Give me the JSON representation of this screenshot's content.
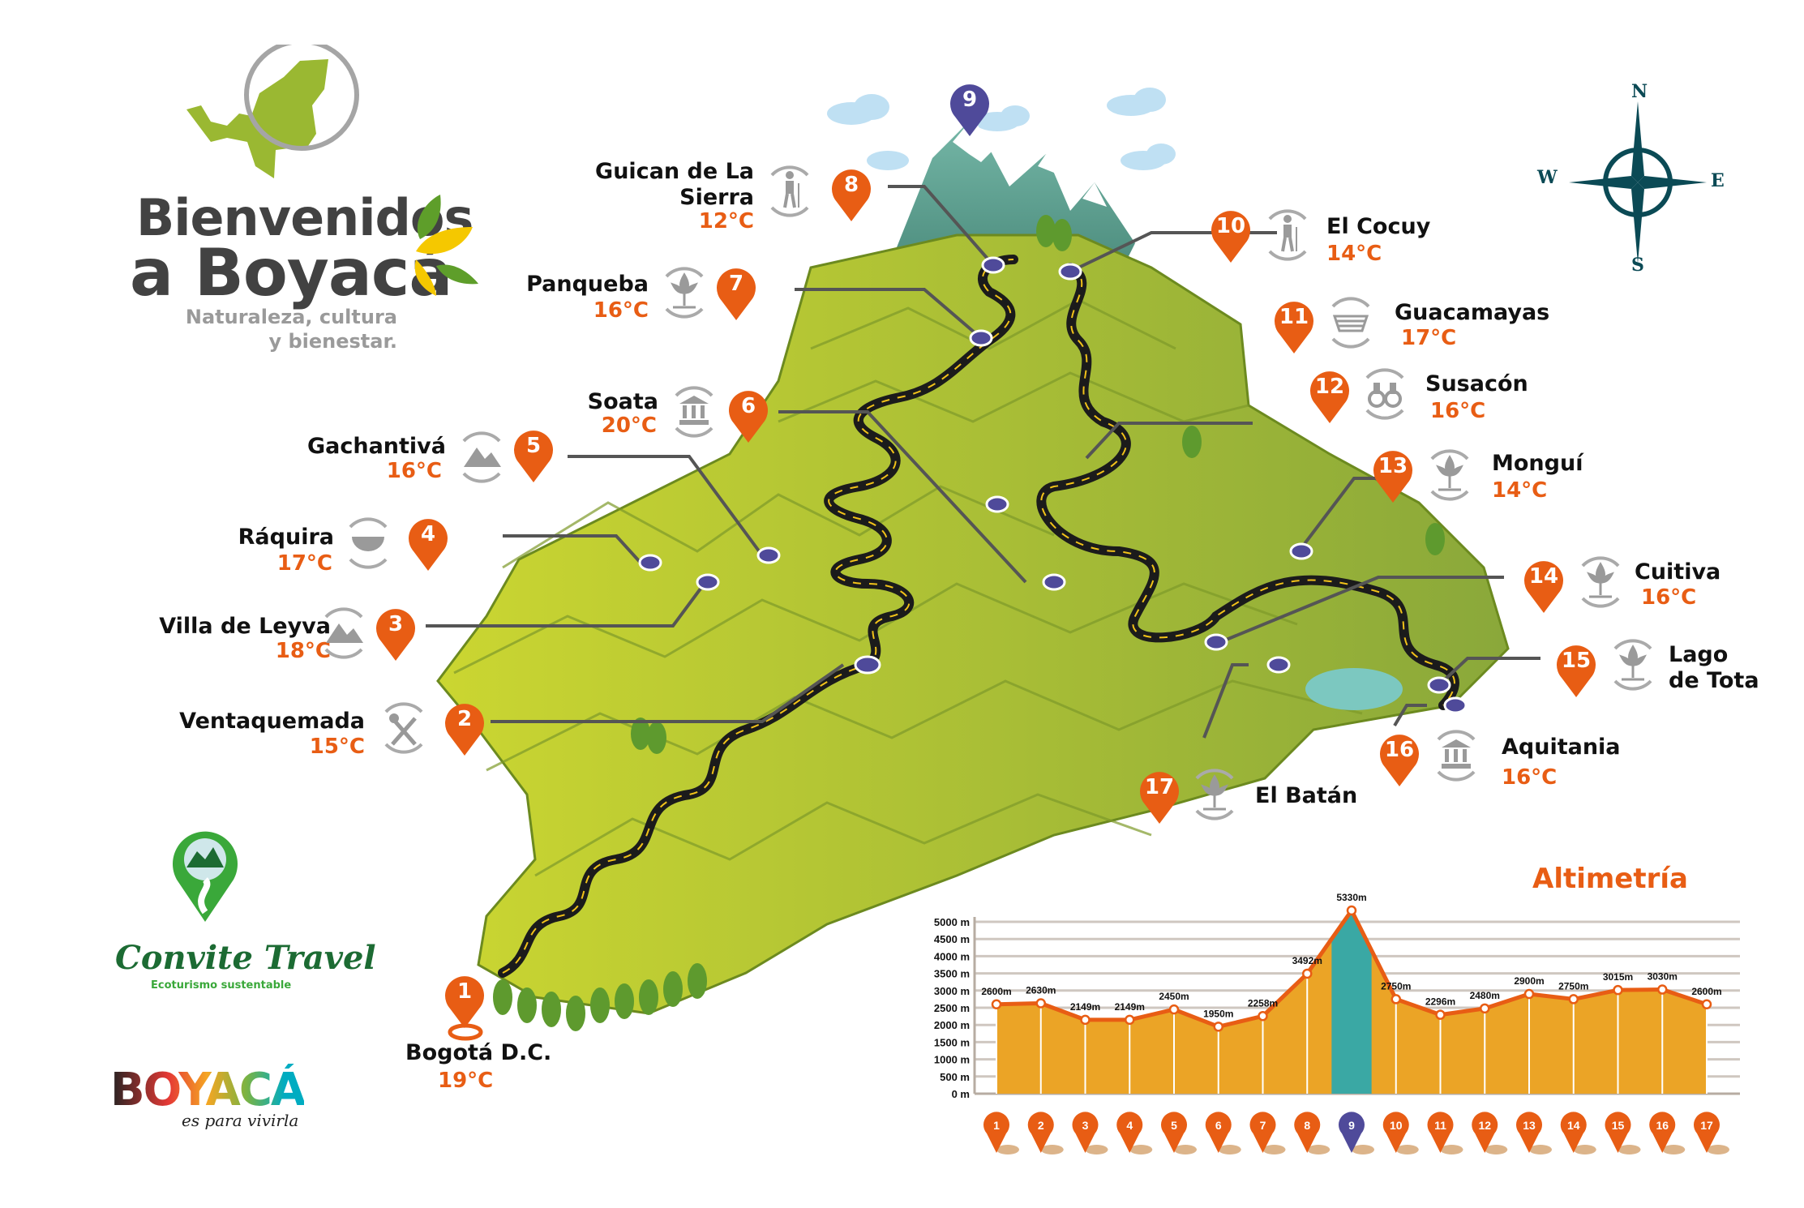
{
  "header": {
    "title_line1": "Bienvenidos",
    "title_line2": "a Boyacá",
    "tagline": "Naturaleza, cultura y bienestar."
  },
  "compass": {
    "n": "N",
    "s": "S",
    "e": "E",
    "w": "W"
  },
  "brands": {
    "convite_name": "Convite Travel",
    "convite_sub": "Ecoturismo sustentable",
    "boyaca_logo": "BOYACÁ",
    "boyaca_sub": "es para vivirla"
  },
  "colors": {
    "accent": "#e85d14",
    "peak": "#4f4a9a",
    "area": "#eba426",
    "peak_band": "#3aa8a4",
    "compass": "#0b4a55",
    "land": "#a9c23a"
  },
  "stops": [
    {
      "num": "1",
      "name": "Bogotá D.C.",
      "temp": "19°C",
      "icon": "location-ring-icon"
    },
    {
      "num": "2",
      "name": "Ventaquemada",
      "temp": "15°C",
      "icon": "fork-knife-icon"
    },
    {
      "num": "3",
      "name": "Villa de Leyva",
      "temp": "18°C",
      "icon": "mountain-icon"
    },
    {
      "num": "4",
      "name": "Ráquira",
      "temp": "17°C",
      "icon": "bowl-icon"
    },
    {
      "num": "5",
      "name": "Gachantivá",
      "temp": "16°C",
      "icon": "mountain-icon"
    },
    {
      "num": "6",
      "name": "Soata",
      "temp": "20°C",
      "icon": "museum-icon"
    },
    {
      "num": "7",
      "name": "Panqueba",
      "temp": "16°C",
      "icon": "plant-icon"
    },
    {
      "num": "8",
      "name": "Guican de La Sierra",
      "temp": "12°C",
      "icon": "hiker-icon"
    },
    {
      "num": "9",
      "name": "",
      "temp": "",
      "icon": "peak-pin-icon"
    },
    {
      "num": "10",
      "name": "El Cocuy",
      "temp": "14°C",
      "icon": "hiker-icon"
    },
    {
      "num": "11",
      "name": "Guacamayas",
      "temp": "17°C",
      "icon": "basket-icon"
    },
    {
      "num": "12",
      "name": "Susacón",
      "temp": "16°C",
      "icon": "binoculars-icon"
    },
    {
      "num": "13",
      "name": "Monguí",
      "temp": "14°C",
      "icon": "plant-icon"
    },
    {
      "num": "14",
      "name": "Cuitiva",
      "temp": "16°C",
      "icon": "plant-icon"
    },
    {
      "num": "15",
      "name": "Lago de Tota",
      "temp": "",
      "icon": "plant-icon"
    },
    {
      "num": "16",
      "name": "Aquitania",
      "temp": "16°C",
      "icon": "museum-icon"
    },
    {
      "num": "17",
      "name": "El Batán",
      "temp": "",
      "icon": "plant-icon"
    }
  ],
  "chart_data": {
    "type": "area",
    "title": "Altimetría",
    "xlabel": "",
    "ylabel": "",
    "categories": [
      "1",
      "2",
      "3",
      "4",
      "5",
      "6",
      "7",
      "8",
      "9",
      "10",
      "11",
      "12",
      "13",
      "14",
      "15",
      "16",
      "17"
    ],
    "values": [
      2600,
      2630,
      2149,
      2149,
      2450,
      1950,
      2258,
      3492,
      5330,
      2750,
      2296,
      2480,
      2900,
      2750,
      3015,
      3030,
      2600
    ],
    "data_labels": [
      "2600m",
      "2630m",
      "2149m",
      "2149m",
      "2450m",
      "1950m",
      "2258m",
      "3492m",
      "5330m",
      "2750m",
      "2296m",
      "2480m",
      "2900m",
      "2750m",
      "3015m",
      "3030m",
      "2600m"
    ],
    "highlight_index": 8,
    "ylim": [
      0,
      5000
    ],
    "yticks": [
      "0 m",
      "500 m",
      "1000 m",
      "1500 m",
      "2000 m",
      "2500 m",
      "3000 m",
      "3500 m",
      "4000 m",
      "4500 m",
      "5000 m"
    ],
    "grid": true,
    "legend": "none"
  }
}
